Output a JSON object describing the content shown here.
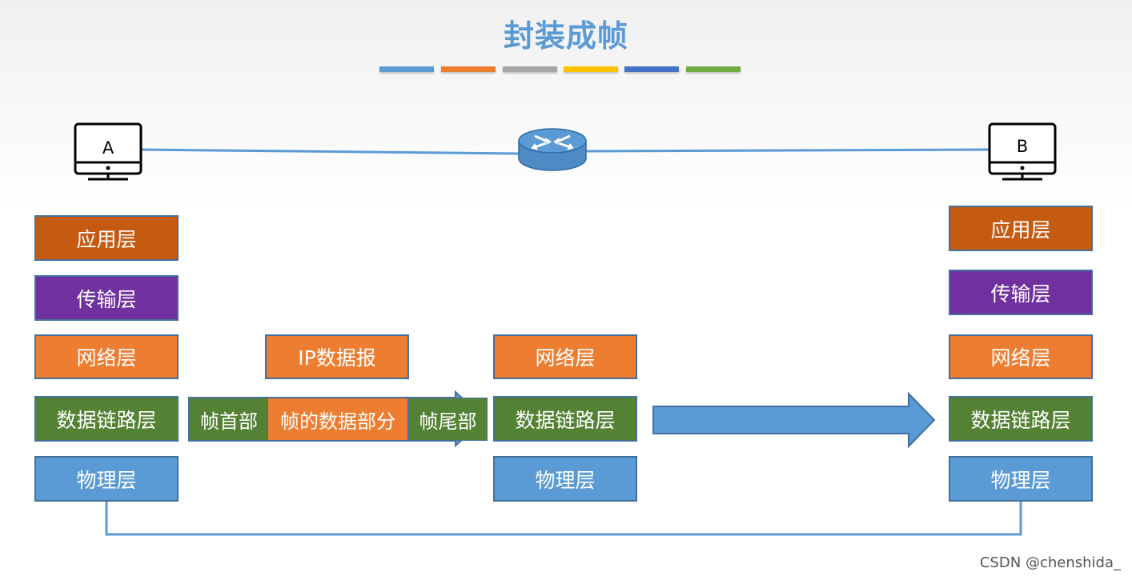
{
  "title": "封装成帧",
  "colors": {
    "title": "#5b9bd5",
    "application": "#c55a11",
    "transport": "#7030a0",
    "network": "#ed7d31",
    "datalink": "#548235",
    "physical": "#5b9bd5",
    "line": "#5b9bd5",
    "stripes": [
      "#5b9bd5",
      "#ed7d31",
      "#a5a5a5",
      "#ffc000",
      "#4472c4",
      "#70ad47"
    ]
  },
  "host_a": {
    "label": "A",
    "layers": {
      "application": "应用层",
      "transport": "传输层",
      "network": "网络层",
      "datalink": "数据链路层",
      "physical": "物理层"
    }
  },
  "router": {
    "layers": {
      "network": "网络层",
      "datalink": "数据链路层",
      "physical": "物理层"
    }
  },
  "host_b": {
    "label": "B",
    "layers": {
      "application": "应用层",
      "transport": "传输层",
      "network": "网络层",
      "datalink": "数据链路层",
      "physical": "物理层"
    }
  },
  "ip_datagram": "IP数据报",
  "frame": {
    "header": "帧首部",
    "data": "帧的数据部分",
    "trailer": "帧尾部"
  },
  "watermark": "CSDN @chenshida_"
}
